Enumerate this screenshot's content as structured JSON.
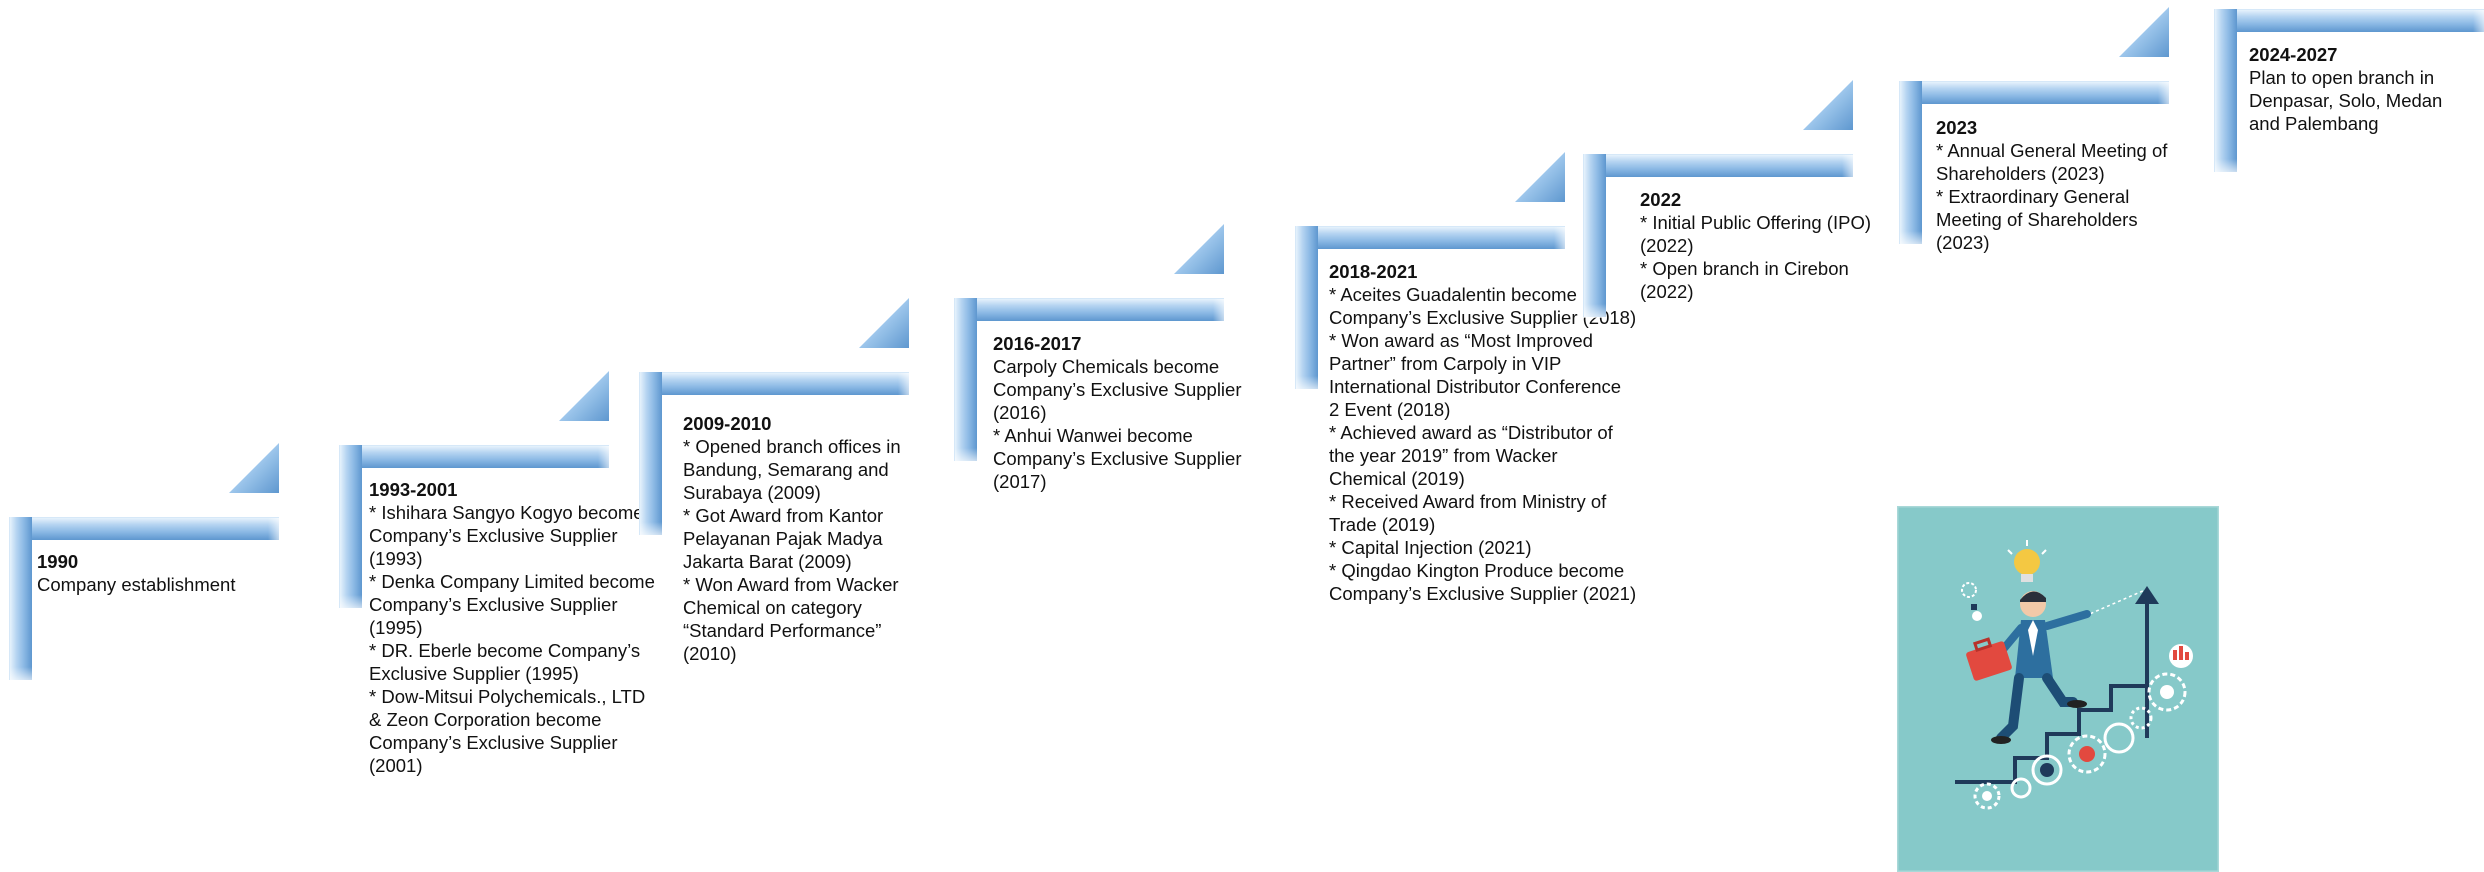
{
  "milestones": [
    {
      "year": "1990",
      "lines": [
        "Company establishment"
      ]
    },
    {
      "year": "1993-2001",
      "lines": [
        "* Ishihara Sangyo Kogyo become",
        "Company’s Exclusive Supplier",
        "(1993)",
        "* Denka Company Limited become",
        "Company’s Exclusive Supplier",
        "(1995)",
        "* DR. Eberle become Company’s",
        "Exclusive Supplier (1995)",
        "* Dow-Mitsui Polychemicals., LTD",
        "& Zeon Corporation become",
        "Company’s Exclusive Supplier",
        "(2001)"
      ]
    },
    {
      "year": "2009-2010",
      "lines": [
        "* Opened branch offices in",
        "Bandung, Semarang and",
        "Surabaya (2009)",
        "* Got Award from Kantor",
        "Pelayanan Pajak Madya",
        "Jakarta Barat (2009)",
        "* Won Award from Wacker",
        "Chemical on category",
        "“Standard Performance”",
        "(2010)"
      ]
    },
    {
      "year": "2016-2017",
      "lines": [
        "Carpoly Chemicals become",
        "Company’s Exclusive Supplier",
        "(2016)",
        "* Anhui Wanwei become",
        "Company’s Exclusive Supplier",
        "(2017)"
      ]
    },
    {
      "year": "2018-2021",
      "lines": [
        "* Aceites Guadalentin become",
        "Company’s Exclusive Supplier (2018)",
        "* Won award as “Most Improved",
        "Partner” from Carpoly in VIP",
        "International Distributor Conference",
        "2 Event (2018)",
        "* Achieved award as “Distributor of",
        "the year 2019” from Wacker",
        "Chemical (2019)",
        "* Received Award from Ministry of",
        "Trade (2019)",
        "* Capital Injection (2021)",
        "* Qingdao Kington Produce become",
        "Company’s Exclusive Supplier (2021)"
      ]
    },
    {
      "year": "2022",
      "lines": [
        "* Initial Public Offering (IPO)",
        "(2022)",
        "* Open branch in Cirebon",
        "(2022)"
      ]
    },
    {
      "year": "2023",
      "lines": [
        "* Annual General Meeting of",
        "Shareholders (2023)",
        "* Extraordinary General",
        "Meeting of Shareholders",
        "(2023)"
      ]
    },
    {
      "year": "2024-2027",
      "lines": [
        "Plan to open branch in",
        "Denpasar, Solo, Medan",
        "and Palembang"
      ]
    }
  ],
  "colors": {
    "arrow": "#8fbbe6",
    "arrow_dark": "#5e97cf",
    "illustration_bg": "#86c9c9",
    "shirt": "#2d6f9f",
    "briefcase": "#e2493f",
    "bulb": "#f4c842"
  },
  "icons": [
    "growth-arrow-icon",
    "lightbulb-icon",
    "briefcase-icon",
    "gear-icon"
  ]
}
